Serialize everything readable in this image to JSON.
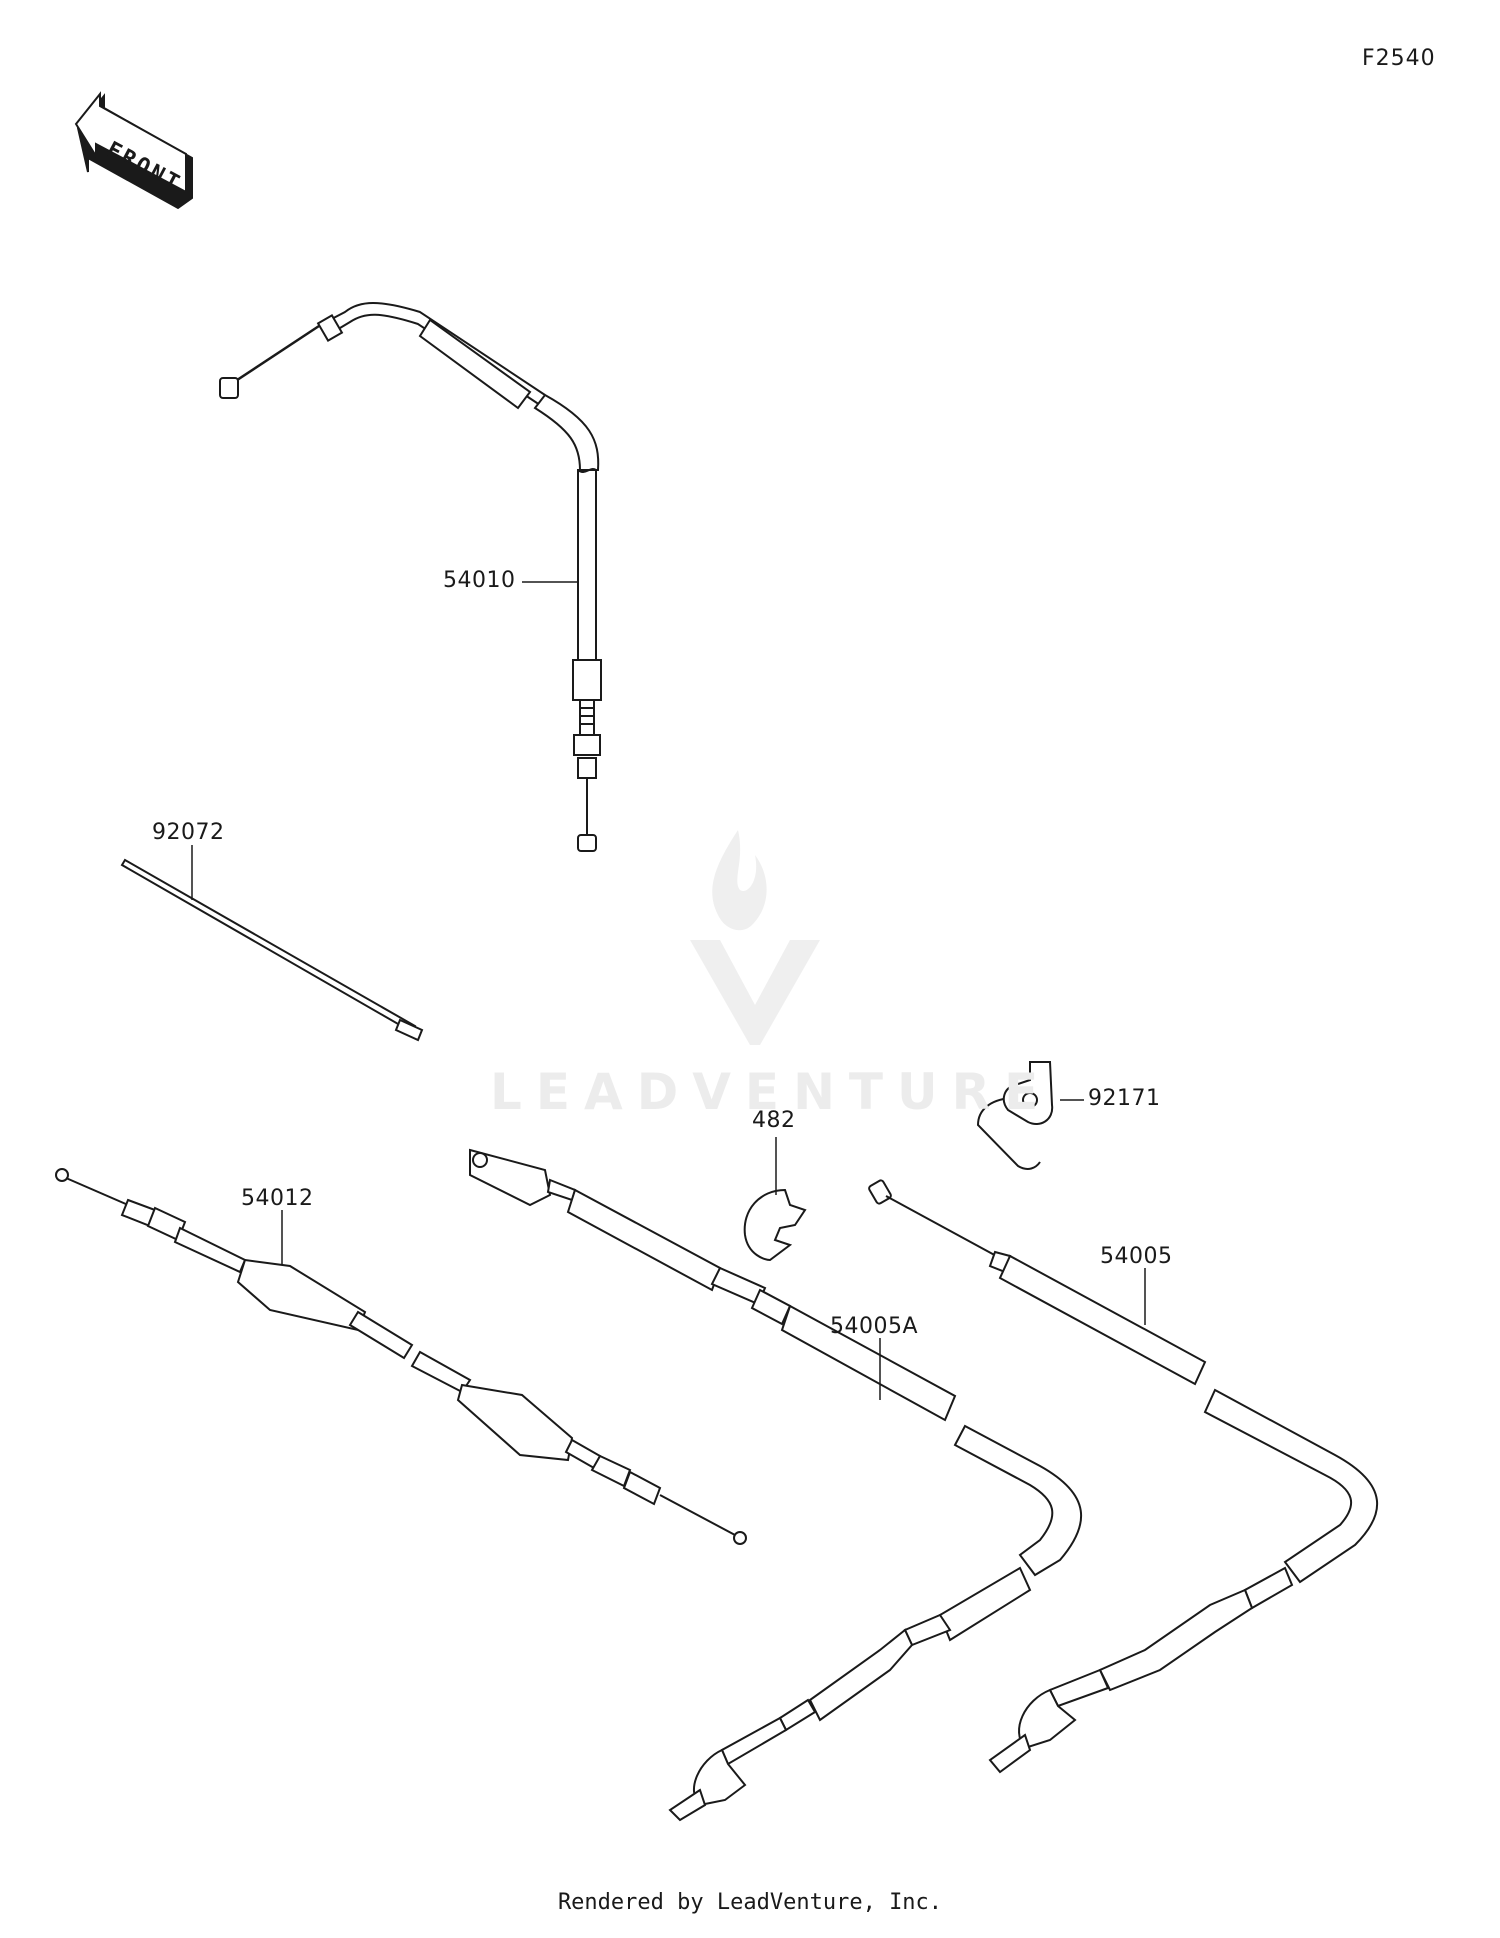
{
  "figure_code": "F2540",
  "front_arrow": {
    "label": "FRONT"
  },
  "watermark": {
    "text": "LEADVENTURE",
    "icon": "leadventure-flame-logo"
  },
  "parts": {
    "p54010": "54010",
    "p92072": "92072",
    "p54012": "54012",
    "p482": "482",
    "p92171": "92171",
    "p54005A": "54005A",
    "p54005": "54005"
  },
  "footer": "Rendered by LeadVenture, Inc."
}
